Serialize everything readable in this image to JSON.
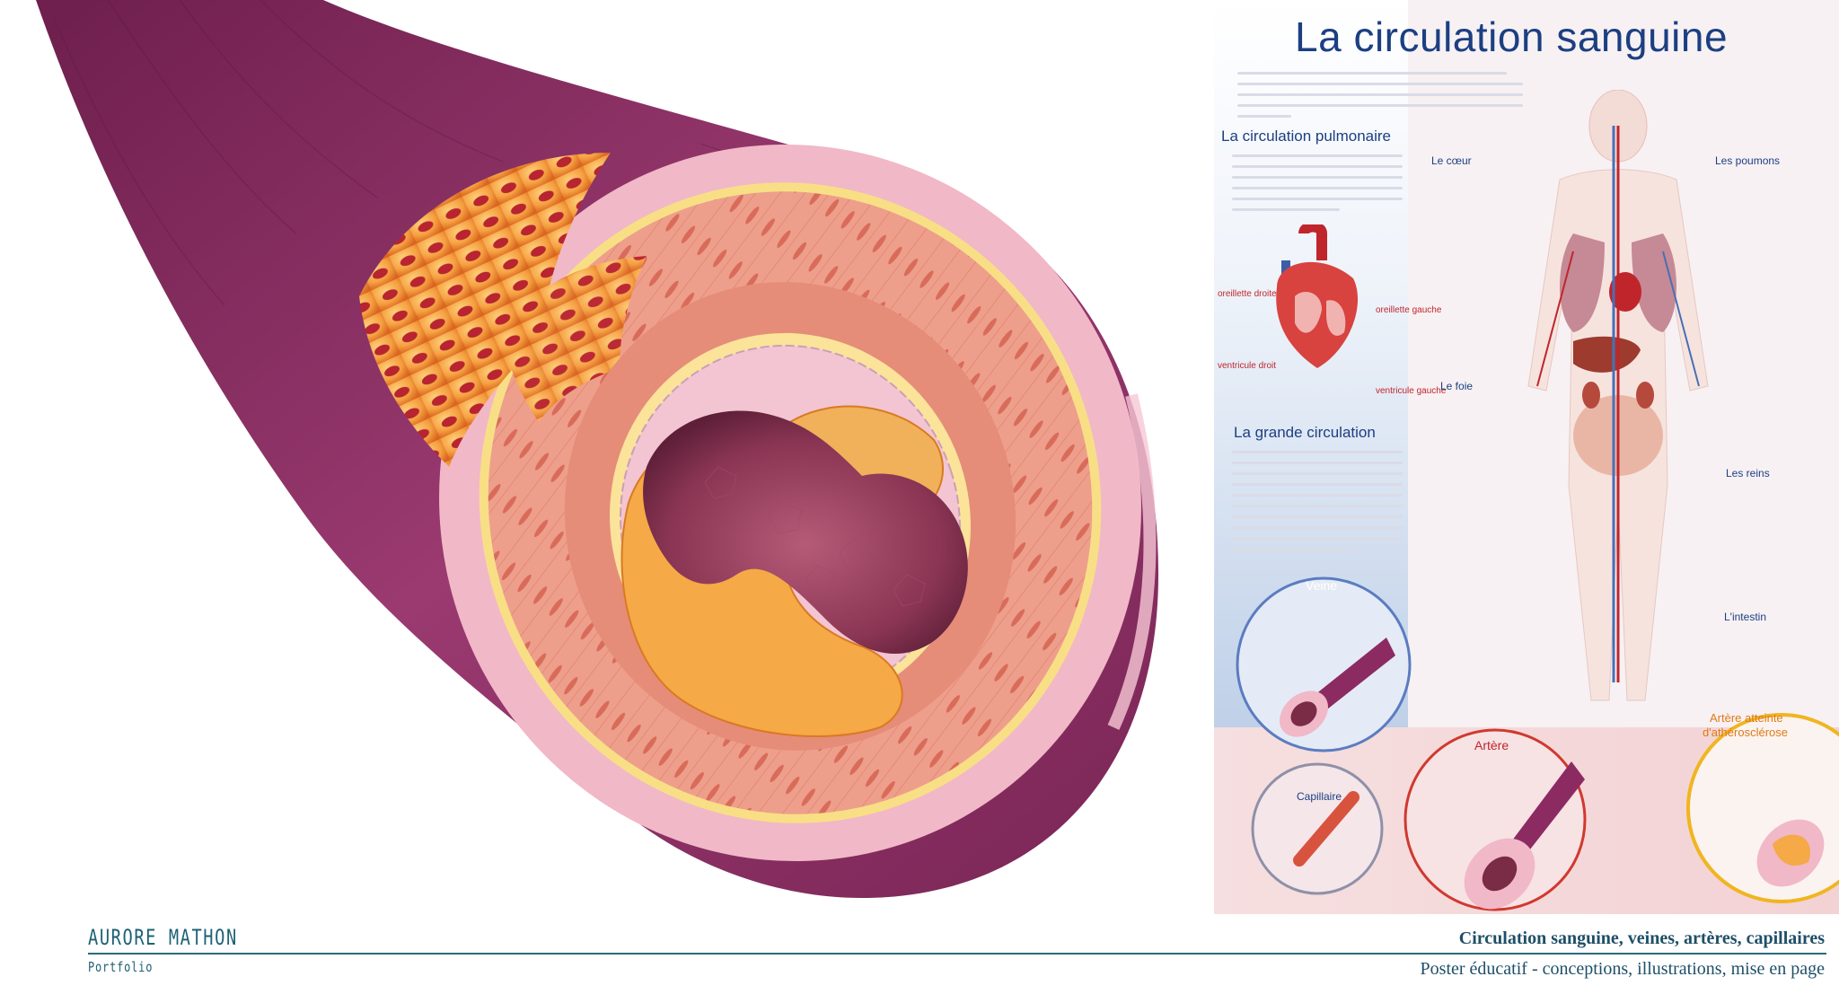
{
  "poster": {
    "title": "La circulation sanguine",
    "section_pulmonary": "La circulation pulmonaire",
    "section_systemic": "La grande circulation",
    "organs": {
      "heart": "Le cœur",
      "lungs": "Les poumons",
      "liver": "Le foie",
      "kidneys": "Les reins",
      "intestine": "L'intestin"
    },
    "vessels": {
      "vein": "Veine",
      "artery": "Artère",
      "capillary": "Capillaire",
      "atherosclerosis_line1": "Artère atteinte",
      "atherosclerosis_line2": "d'athérosclérose"
    },
    "heart_labels_left": [
      "oreillette droite",
      "ventricule droit"
    ],
    "heart_labels_right": [
      "oreillette gauche",
      "ventricule gauche"
    ]
  },
  "footer": {
    "author": "AURORE MATHON",
    "subtitle": "Portfolio",
    "caption_title": "Circulation sanguine, veines, artères, capillaires",
    "caption_desc": "Poster éducatif - conceptions, illustrations, mise en page"
  },
  "colors": {
    "vessel_outer": "#8c2a62",
    "vessel_adventitia": "#f0b6c6",
    "media_muscle": "#ec9a86",
    "lumen": "#7a2b45",
    "plaque": "#f2a640",
    "poster_blue": "#1c3f82",
    "footer_teal": "#1e6174"
  }
}
